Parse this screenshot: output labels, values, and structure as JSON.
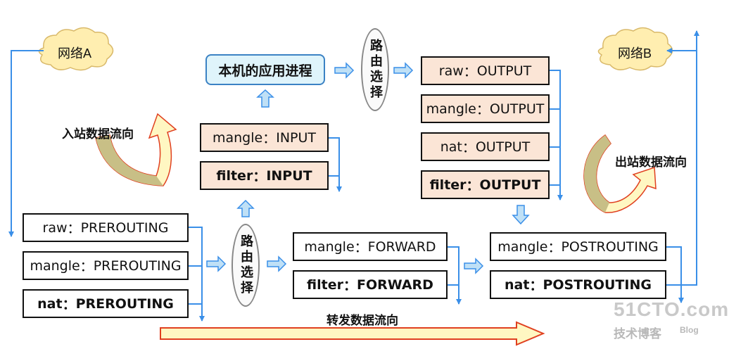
{
  "clouds": {
    "a": "网络A",
    "b": "网络B"
  },
  "app_process": "本机的应用进程",
  "routing": [
    "路",
    "由",
    "选",
    "择"
  ],
  "routing_text": "路由选择",
  "separator": "：",
  "prerouting": [
    {
      "table": "raw",
      "chain": "PREROUTING",
      "bold": false
    },
    {
      "table": "mangle",
      "chain": "PREROUTING",
      "bold": false
    },
    {
      "table": "nat",
      "chain": "PREROUTING",
      "bold": true
    }
  ],
  "input": [
    {
      "table": "mangle",
      "chain": "INPUT",
      "bold": false
    },
    {
      "table": "filter",
      "chain": "INPUT",
      "bold": true
    }
  ],
  "forward": [
    {
      "table": "mangle",
      "chain": "FORWARD",
      "bold": false
    },
    {
      "table": "filter",
      "chain": "FORWARD",
      "bold": true
    }
  ],
  "output": [
    {
      "table": "raw",
      "chain": "OUTPUT",
      "bold": false
    },
    {
      "table": "mangle",
      "chain": "OUTPUT",
      "bold": false
    },
    {
      "table": "nat",
      "chain": "OUTPUT",
      "bold": false
    },
    {
      "table": "filter",
      "chain": "OUTPUT",
      "bold": true
    }
  ],
  "postrouting": [
    {
      "table": "mangle",
      "chain": "POSTROUTING",
      "bold": false
    },
    {
      "table": "nat",
      "chain": "POSTROUTING",
      "bold": true
    }
  ],
  "labels": {
    "inbound": "入站数据流向",
    "outbound": "出站数据流向",
    "forward": "转发数据流向"
  },
  "watermark": {
    "site": "51CTO.com",
    "sub": "技术博客",
    "blog": "Blog"
  },
  "colors": {
    "line": "#3a8fe8",
    "arrow_fill": "#bfe0f6",
    "tan": "#fbe5d6",
    "cloud": "#ffeeb0",
    "big_arrow": "#fff7c2",
    "big_arrow_border": "#e04020"
  }
}
